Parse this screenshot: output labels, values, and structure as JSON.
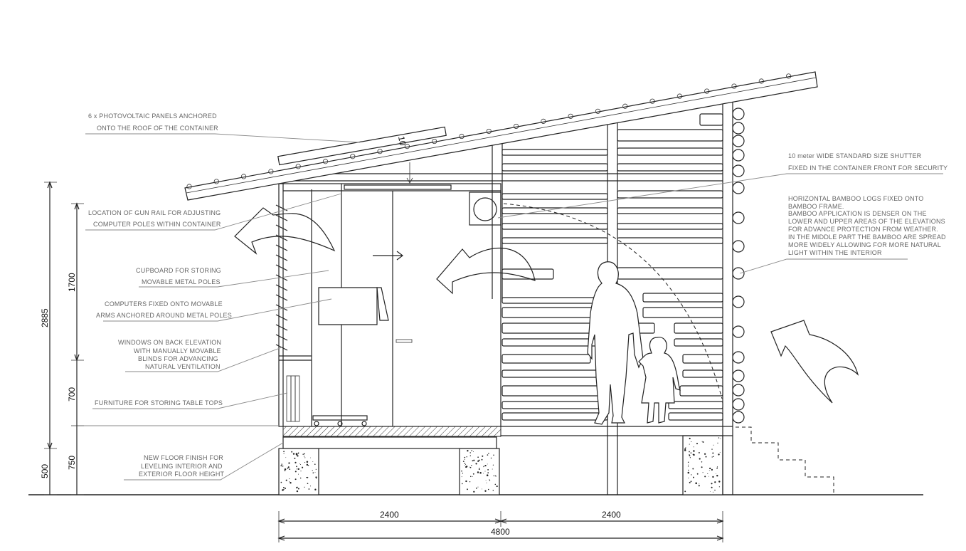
{
  "annotations": {
    "pv_panels": [
      "6 x PHOTOVOLTAIC PANELS ANCHORED",
      "ONTO THE ROOF OF THE CONTAINER"
    ],
    "gun_rail": [
      "LOCATION OF GUN RAIL FOR ADJUSTING",
      "COMPUTER POLES WITHIN CONTAINER"
    ],
    "cupboard": [
      "CUPBOARD FOR STORING",
      "MOVABLE METAL POLES"
    ],
    "computers": [
      "COMPUTERS FIXED ONTO MOVABLE",
      "ARMS ANCHORED AROUND METAL POLES"
    ],
    "windows": [
      "WINDOWS ON BACK ELEVATION",
      "WITH MANUALLY MOVABLE",
      "BLINDS FOR ADVANCING",
      "NATURAL VENTILATION"
    ],
    "furniture": [
      "FURNITURE FOR STORING TABLE TOPS"
    ],
    "floor_finish": [
      "NEW FLOOR FINISH FOR",
      "LEVELING  INTERIOR AND",
      "EXTERIOR FLOOR HEIGHT"
    ],
    "shutter": [
      "10 meter WIDE STANDARD SIZE SHUTTER",
      "FIXED IN THE CONTAINER FRONT FOR SECURITY"
    ],
    "bamboo": [
      "HORIZONTAL BAMBOO LOGS FIXED ONTO",
      "BAMBOO FRAME.",
      "BAMBOO APPLICATION IS  DENSER ON THE",
      "LOWER AND UPPER AREAS OF THE ELEVATIONS",
      "FOR ADVANCE PROTECTION FROM WEATHER.",
      "IN THE MIDDLE PART THE BAMBOO ARE SPREAD",
      "MORE WIDELY ALLOWING FOR MORE NATURAL",
      "LIGHT WITHIN THE INTERIOR"
    ]
  },
  "roof_slope": "10",
  "dimensions": {
    "horizontal": {
      "left_span": "2400",
      "right_span": "2400",
      "total": "4800"
    },
    "vertical": {
      "overall": "2885",
      "base": "500",
      "upper": "1700",
      "middle": "700",
      "lower": "750"
    }
  }
}
